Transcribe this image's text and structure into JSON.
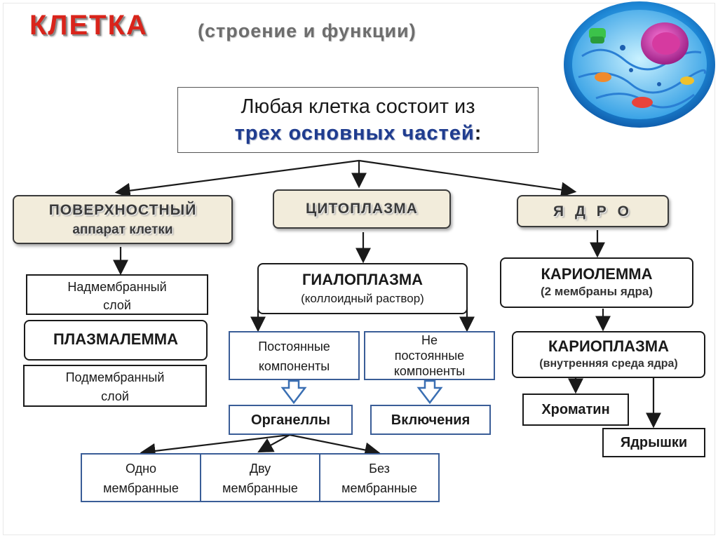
{
  "title": {
    "main": "КЛЕТКА",
    "sub": "(строение и функции)"
  },
  "header": {
    "line1": "Любая клетка состоит из",
    "line2": "трех основных частей",
    "colon": ":"
  },
  "categories": {
    "surface_line1": "ПОВЕРХНОСТНЫЙ",
    "surface_line2": "аппарат клетки",
    "cytoplasm": "ЦИТОПЛАЗМА",
    "nucleus": "Я Д Р О"
  },
  "surface": {
    "supra_l1": "Надмембранный",
    "supra_l2": "слой",
    "plasmalemma": "ПЛАЗМАЛЕММА",
    "sub_l1": "Подмембранный",
    "sub_l2": "слой"
  },
  "cytoplasm": {
    "hyalo_title": "ГИАЛОПЛАЗМА",
    "hyalo_sub": "(коллоидный раствор)",
    "perm_l1": "Постоянные",
    "perm_l2": "компоненты",
    "nonperm_l1": "Не",
    "nonperm_l2": "постоянные",
    "nonperm_l3": "компоненты",
    "organelles": "Органеллы",
    "inclusions": "Включения",
    "mem1_l1": "Одно",
    "mem1_l2": "мембранные",
    "mem2_l1": "Дву",
    "mem2_l2": "мембранные",
    "mem3_l1": "Без",
    "mem3_l2": "мембранные"
  },
  "nucleus": {
    "kario_title": "КАРИОЛЕММА",
    "kario_sub": "(2 мембраны ядра)",
    "kplasm_title": "КАРИОПЛАЗМА",
    "kplasm_sub": "(внутренняя среда ядра)",
    "chromatin": "Хроматин",
    "nucleoli": "Ядрышки"
  },
  "colors": {
    "title_red": "#d9241b",
    "accent_blue": "#1f3c8f",
    "category_fill": "#f2ecdb",
    "box_blue_border": "#3a5d97"
  },
  "icons": [
    "cell-illustration"
  ]
}
